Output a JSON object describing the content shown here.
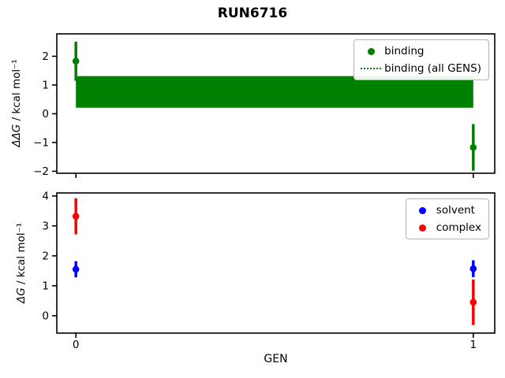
{
  "title": "RUN6716",
  "chart_data": [
    {
      "type": "scatter",
      "title": "",
      "ylabel": "ΔΔG / kcal mol⁻¹",
      "ylabel_math": "ΔΔG",
      "ylabel_rest": " / kcal mol⁻¹",
      "xlabel": "",
      "xlim": [
        -0.048,
        1.054
      ],
      "ylim": [
        -2.07,
        2.78
      ],
      "xticks": [
        0,
        1
      ],
      "yticks": [
        -2,
        -1,
        0,
        1,
        2
      ],
      "grid": false,
      "legend_position": "upper right",
      "series": [
        {
          "name": "binding",
          "color": "#008000",
          "marker": "circle",
          "x": [
            0,
            1
          ],
          "y": [
            1.83,
            -1.17
          ],
          "yerr": [
            0.68,
            0.81
          ]
        }
      ],
      "band": {
        "name": "binding (all GENS)",
        "color": "#008000",
        "x0": 0,
        "x1": 1,
        "y_low": 0.21,
        "y_high": 1.31
      },
      "legend": [
        {
          "label": "binding",
          "glyph": "dot",
          "color": "#008000"
        },
        {
          "label": "binding (all GENS)",
          "glyph": "dotted-line",
          "color": "#008000"
        }
      ]
    },
    {
      "type": "scatter",
      "title": "",
      "ylabel": "ΔG / kcal mol⁻¹",
      "ylabel_math": "ΔG",
      "ylabel_rest": " / kcal mol⁻¹",
      "xlabel": "GEN",
      "xlim": [
        -0.048,
        1.054
      ],
      "ylim": [
        -0.58,
        4.1
      ],
      "xticks": [
        0,
        1
      ],
      "yticks": [
        0,
        1,
        2,
        3,
        4
      ],
      "grid": false,
      "legend_position": "upper right",
      "series": [
        {
          "name": "solvent",
          "color": "#0000ff",
          "marker": "circle",
          "x": [
            0,
            1
          ],
          "y": [
            1.55,
            1.57
          ],
          "yerr": [
            0.27,
            0.28
          ]
        },
        {
          "name": "complex",
          "color": "#ff0000",
          "marker": "circle",
          "x": [
            0,
            1
          ],
          "y": [
            3.32,
            0.45
          ],
          "yerr": [
            0.6,
            0.76
          ]
        }
      ],
      "legend": [
        {
          "label": "solvent",
          "glyph": "dot",
          "color": "#0000ff"
        },
        {
          "label": "complex",
          "glyph": "dot",
          "color": "#ff0000"
        }
      ]
    }
  ],
  "colors": {
    "binding": "#008000",
    "solvent": "#0000ff",
    "complex": "#ff0000",
    "axes": "#000000",
    "background": "#ffffff"
  }
}
